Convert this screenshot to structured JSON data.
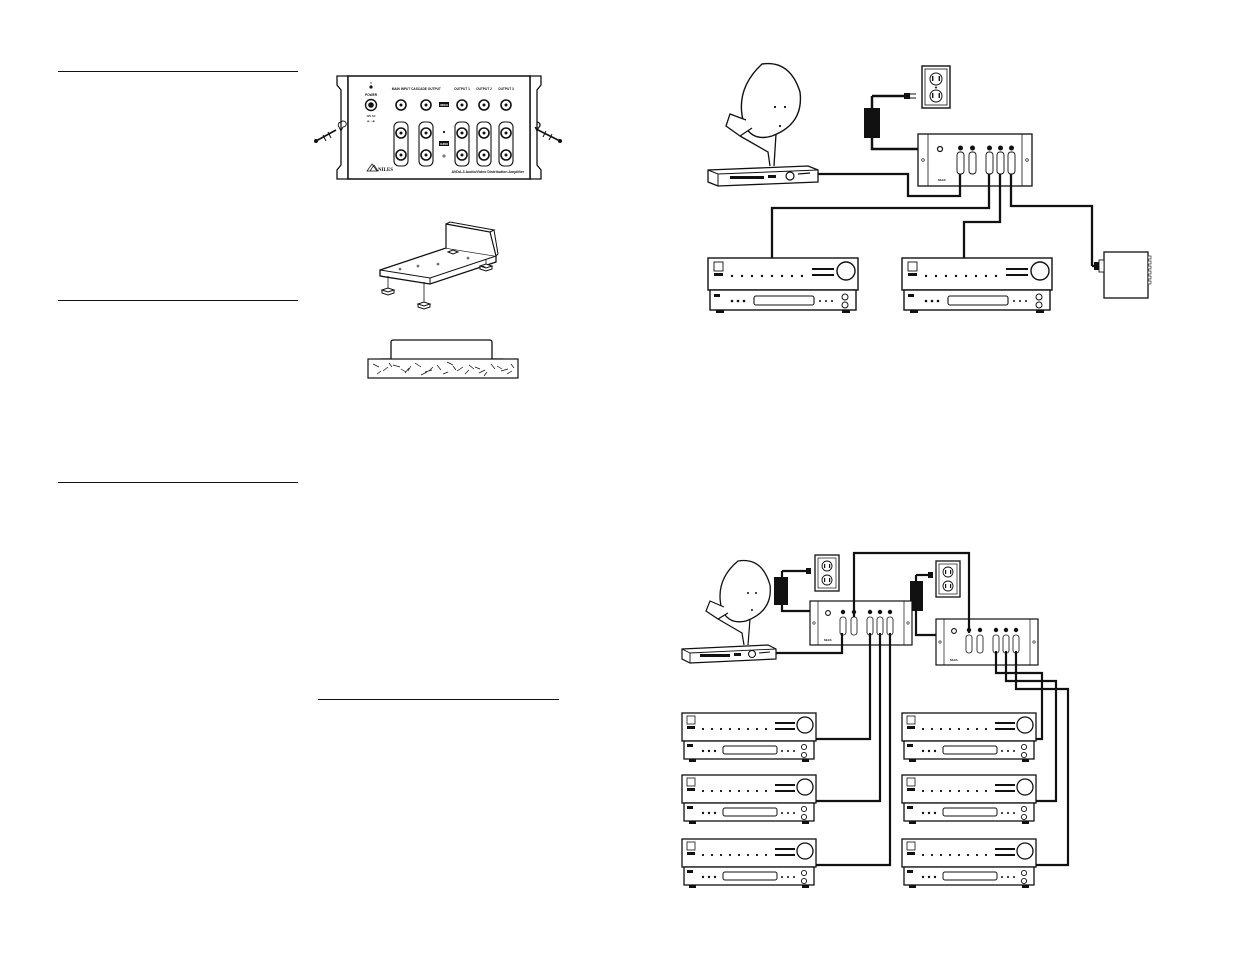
{
  "amp_front": {
    "brand": "NILES",
    "model_text": "AVDA-3 Audio/Video Distribution Amplifier",
    "power_label": "POWER",
    "power_spec": "12V AC",
    "main_input_label": "MAIN INPUT",
    "cascade_label": "CASCADE OUTPUT",
    "output_labels": [
      "OUTPUT 1",
      "OUTPUT 2",
      "OUTPUT 3"
    ],
    "video_label": "VIDEO",
    "audio_label": "AUDIO"
  },
  "diagram_labels": {
    "brand": "NILES"
  }
}
